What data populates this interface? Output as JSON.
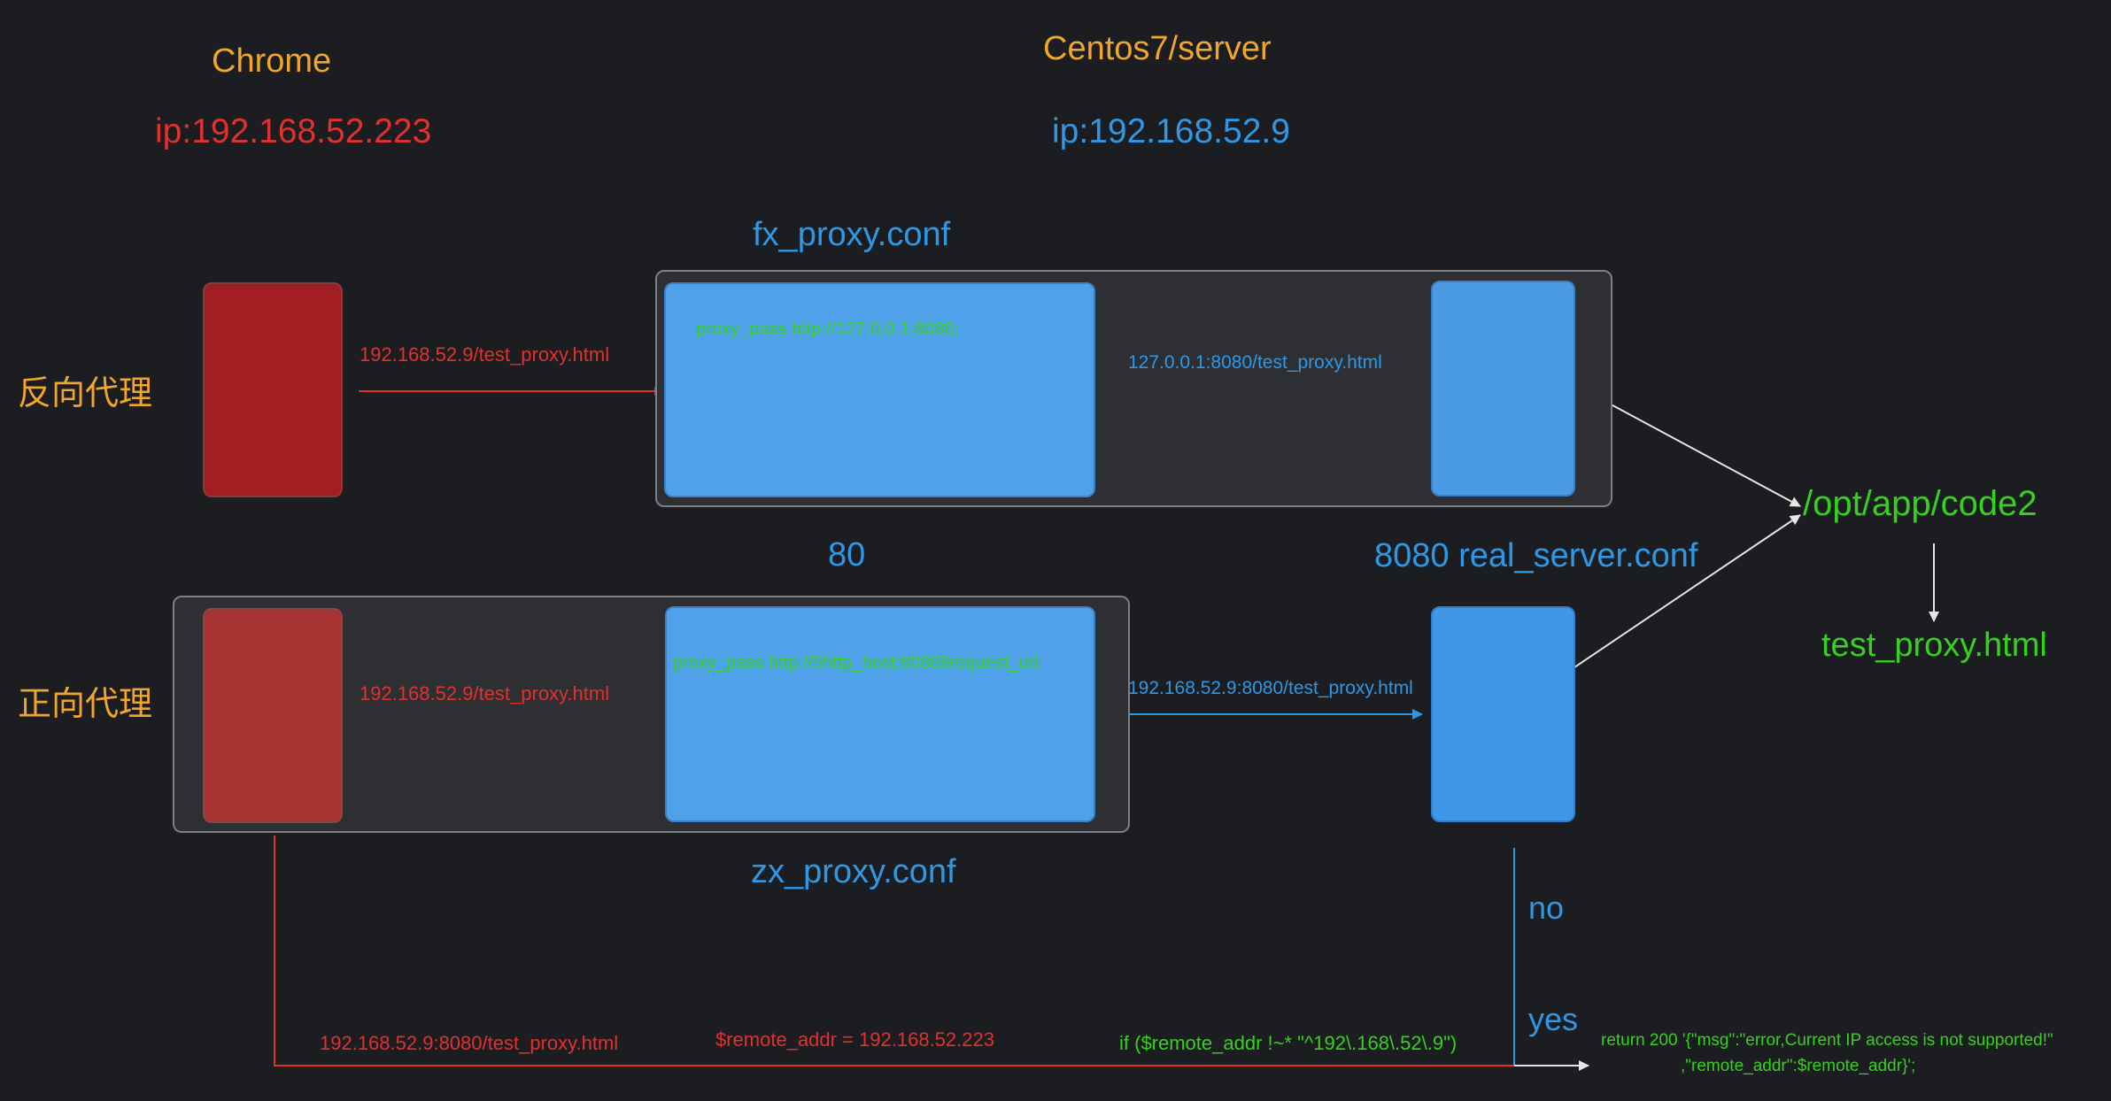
{
  "headings": {
    "client_title": "Chrome",
    "client_ip": "ip:192.168.52.223",
    "server_title": "Centos7/server",
    "server_ip": "ip:192.168.52.9"
  },
  "rows": {
    "reverse_label": "反向代理",
    "forward_label": "正向代理"
  },
  "config_names": {
    "fx": "fx_proxy.conf",
    "zx": "zx_proxy.conf",
    "port80": "80",
    "real_server": "8080 real_server.conf"
  },
  "reverse_flow": {
    "client_request": "192.168.52.9/test_proxy.html",
    "proxy_directive": "proxy_pass  http://127.0.0.1:8080;",
    "upstream_request": "127.0.0.1:8080/test_proxy.html"
  },
  "forward_flow": {
    "client_request": "192.168.52.9/test_proxy.html",
    "proxy_directive": "proxy_pass  http://$http_host:8080$request_uri;",
    "upstream_request": "192.168.52.9:8080/test_proxy.html"
  },
  "target": {
    "path": "/opt/app/code2",
    "file": "test_proxy.html"
  },
  "direct_access": {
    "request": "192.168.52.9:8080/test_proxy.html",
    "remote_addr": "$remote_addr = 192.168.52.223",
    "condition": "if ($remote_addr !~* \"^192\\.168\\.52\\.9\")",
    "no_label": "no",
    "yes_label": "yes",
    "return_line1": "return 200 '{\"msg\":\"error,Current IP access is not supported!\"",
    "return_line2": ",\"remote_addr\":$remote_addr}';"
  },
  "colors": {
    "background": "#1c1d20",
    "orange": "#f0a52c",
    "red": "#e0312e",
    "blue_text": "#2f98e6",
    "green": "#36d11f",
    "white_line": "#e6e6e6"
  }
}
